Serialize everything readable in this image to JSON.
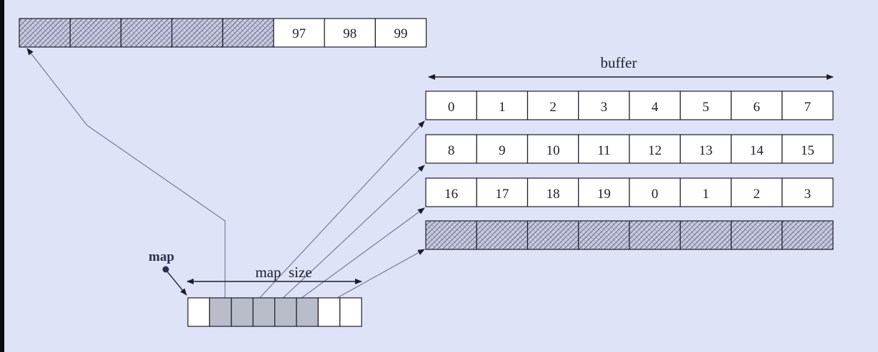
{
  "top_array": {
    "hatched_count": 5,
    "values": [
      "97",
      "98",
      "99"
    ]
  },
  "buffer": {
    "label": "buffer",
    "rows": [
      [
        "0",
        "1",
        "2",
        "3",
        "4",
        "5",
        "6",
        "7"
      ],
      [
        "8",
        "9",
        "10",
        "11",
        "12",
        "13",
        "14",
        "15"
      ],
      [
        "16",
        "17",
        "18",
        "19",
        "0",
        "1",
        "2",
        "3"
      ]
    ],
    "hatched_row_count": 1
  },
  "map": {
    "label": "map",
    "size_label": "map  size",
    "cell_count": 8,
    "active_cells": [
      1,
      2,
      3,
      4,
      5
    ],
    "pointer_count": 5
  },
  "colors": {
    "background": "#dfe3f7",
    "cell_fill": "#ffffff",
    "active_cell_fill": "#b9bcc9",
    "stroke": "#1d1d2a",
    "pointer_line": "#6d7296",
    "hatch": "#2d3050"
  }
}
